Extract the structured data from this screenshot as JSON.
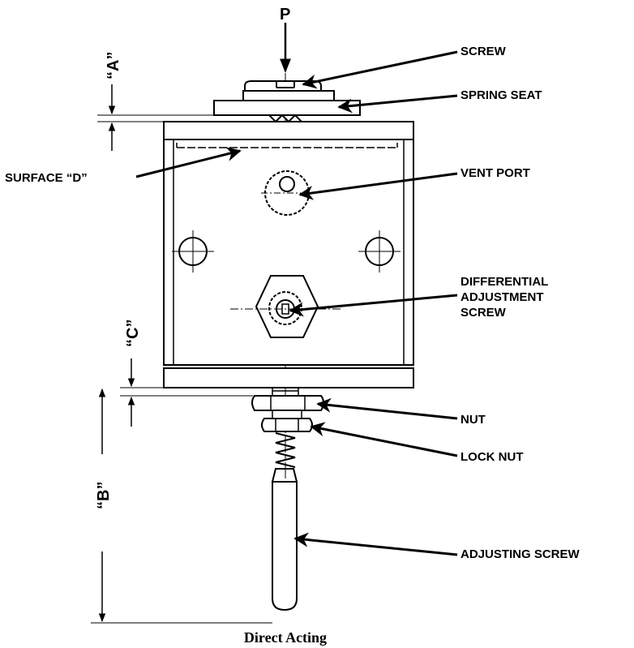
{
  "diagram": {
    "force_label": "P",
    "dimensions": {
      "a": "“A”",
      "b": "“B”",
      "c": "“C”"
    },
    "labels": {
      "screw": "SCREW",
      "spring_seat": "SPRING SEAT",
      "surface_d": "SURFACE “D”",
      "vent_port": "VENT PORT",
      "diff_line1": "DIFFERENTIAL",
      "diff_line2": "ADJUSTMENT",
      "diff_line3": "SCREW",
      "nut": "NUT",
      "lock_nut": "LOCK NUT",
      "adjusting_screw": "ADJUSTING SCREW"
    },
    "caption": "Direct Acting"
  }
}
